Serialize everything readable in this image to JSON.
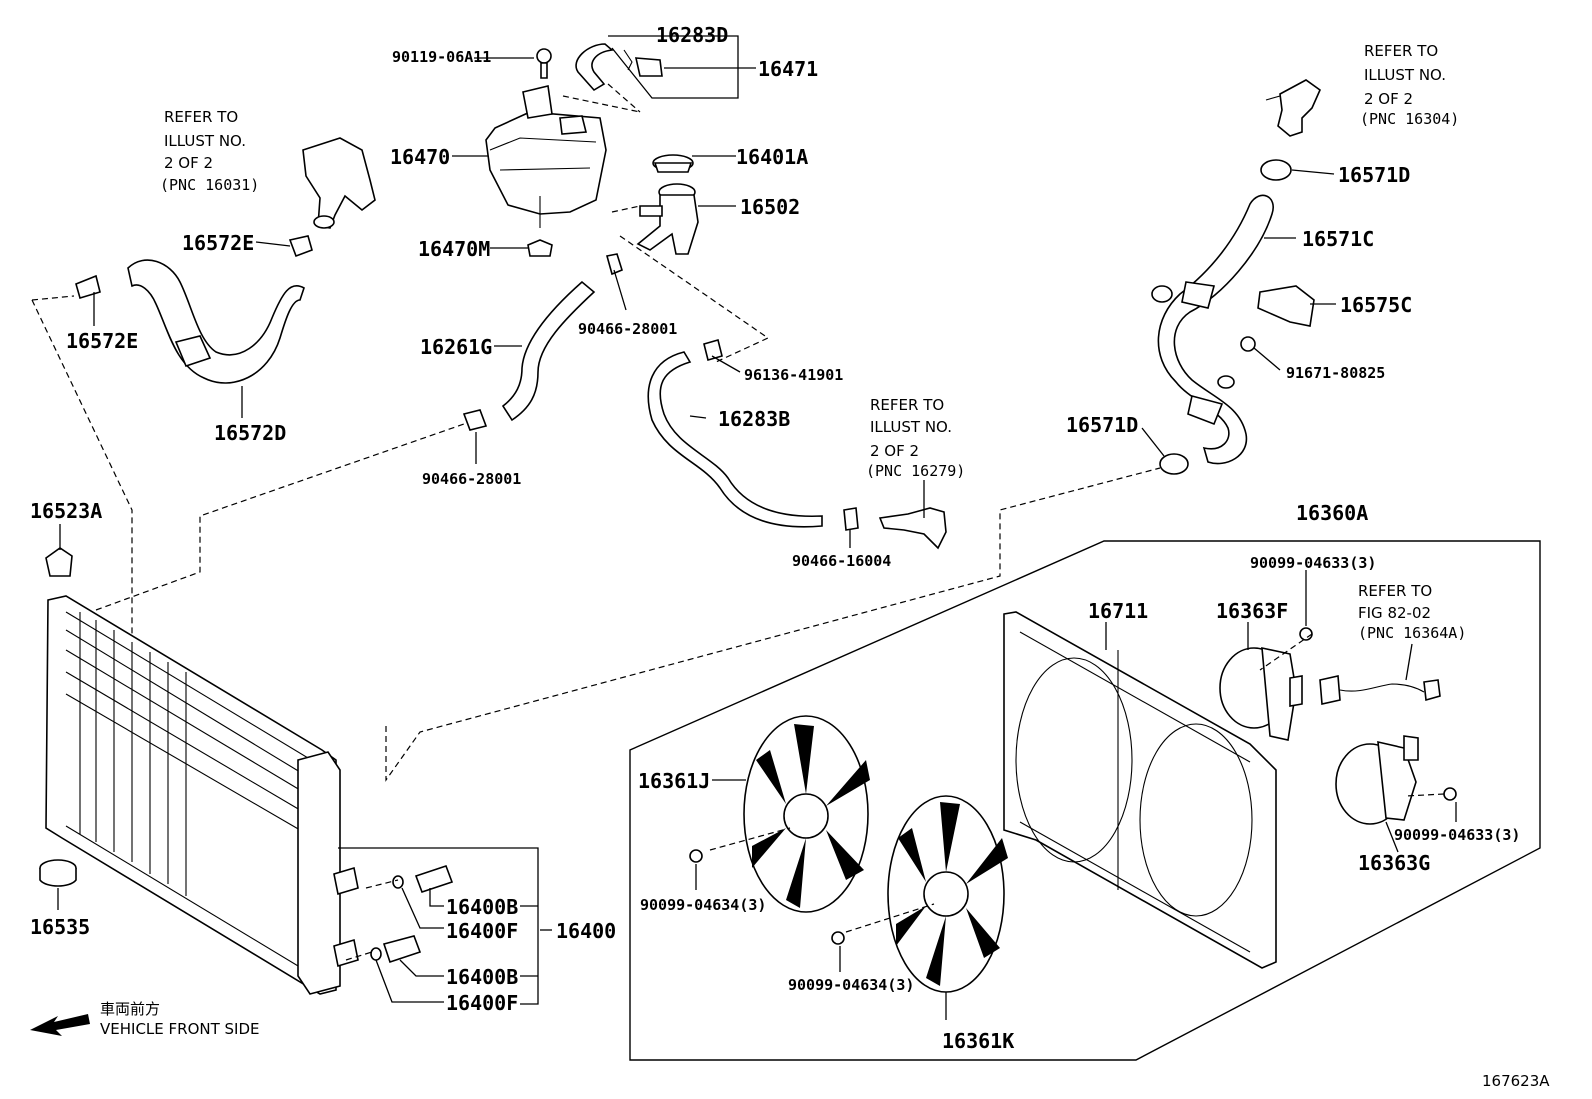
{
  "diagram": {
    "figure_id": "167623A",
    "orientation": {
      "japanese": "車両前方",
      "english": "VEHICLE FRONT SIDE"
    },
    "labels": {
      "p16283D": "16283D",
      "p16471": "16471",
      "p90119": "90119-06A11",
      "p16470": "16470",
      "p16401A": "16401A",
      "p16502": "16502",
      "p16470M": "16470M",
      "p16572E_top": "16572E",
      "p16572E_left": "16572E",
      "p16572D": "16572D",
      "p16261G": "16261G",
      "p90466_a": "90466-28001",
      "p90466_b": "90466-28001",
      "p96136": "96136-41901",
      "p16283B": "16283B",
      "p90466_16004": "90466-16004",
      "p16571D_top": "16571D",
      "p16571C": "16571C",
      "p16575C": "16575C",
      "p91671": "91671-80825",
      "p16571D_mid": "16571D",
      "p16523A": "16523A",
      "p16535": "16535",
      "p16360A": "16360A",
      "p90099_633_top": "90099-04633(3)",
      "p16711": "16711",
      "p16363F": "16363F",
      "p16361J": "16361J",
      "p90099_634_left": "90099-04634(3)",
      "p90099_634_mid": "90099-04634(3)",
      "p16361K": "16361K",
      "p90099_633_right": "90099-04633(3)",
      "p16363G": "16363G",
      "p16400B_a": "16400B",
      "p16400F_a": "16400F",
      "p16400": "16400",
      "p16400B_b": "16400B",
      "p16400F_b": "16400F"
    },
    "refer_notes": {
      "n16031": [
        "REFER TO",
        "ILLUST NO.",
        "2 OF 2",
        "(PNC 16031)"
      ],
      "n16304": [
        "REFER TO",
        "ILLUST NO.",
        "2 OF 2",
        "(PNC 16304)"
      ],
      "n16279": [
        "REFER TO",
        "ILLUST NO.",
        "2 OF 2",
        "(PNC 16279)"
      ],
      "n16364A": [
        "REFER TO",
        "FIG 82-02",
        "(PNC 16364A)"
      ]
    }
  }
}
